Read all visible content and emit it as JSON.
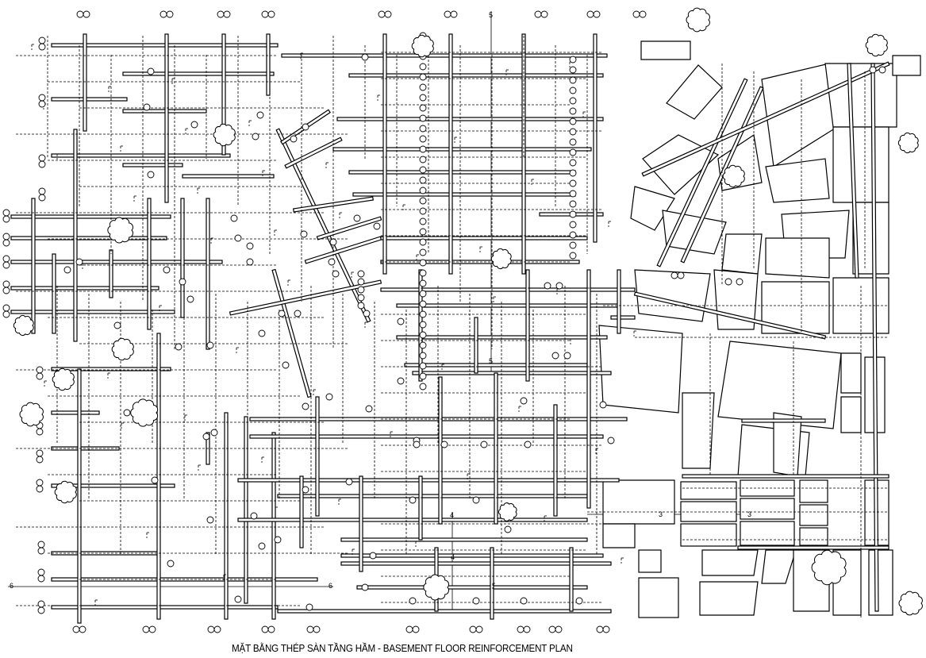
{
  "title": "MẶT BẰNG THÉP SÀN TẦNG HẦM - BASEMENT  FLOOR REINFORCEMENT PLAN",
  "grid_labels": {
    "label_5": "5",
    "label_4": "4",
    "label_3": "3",
    "label_6": "6"
  },
  "colors": {
    "line": "#000000",
    "background": "#ffffff"
  }
}
